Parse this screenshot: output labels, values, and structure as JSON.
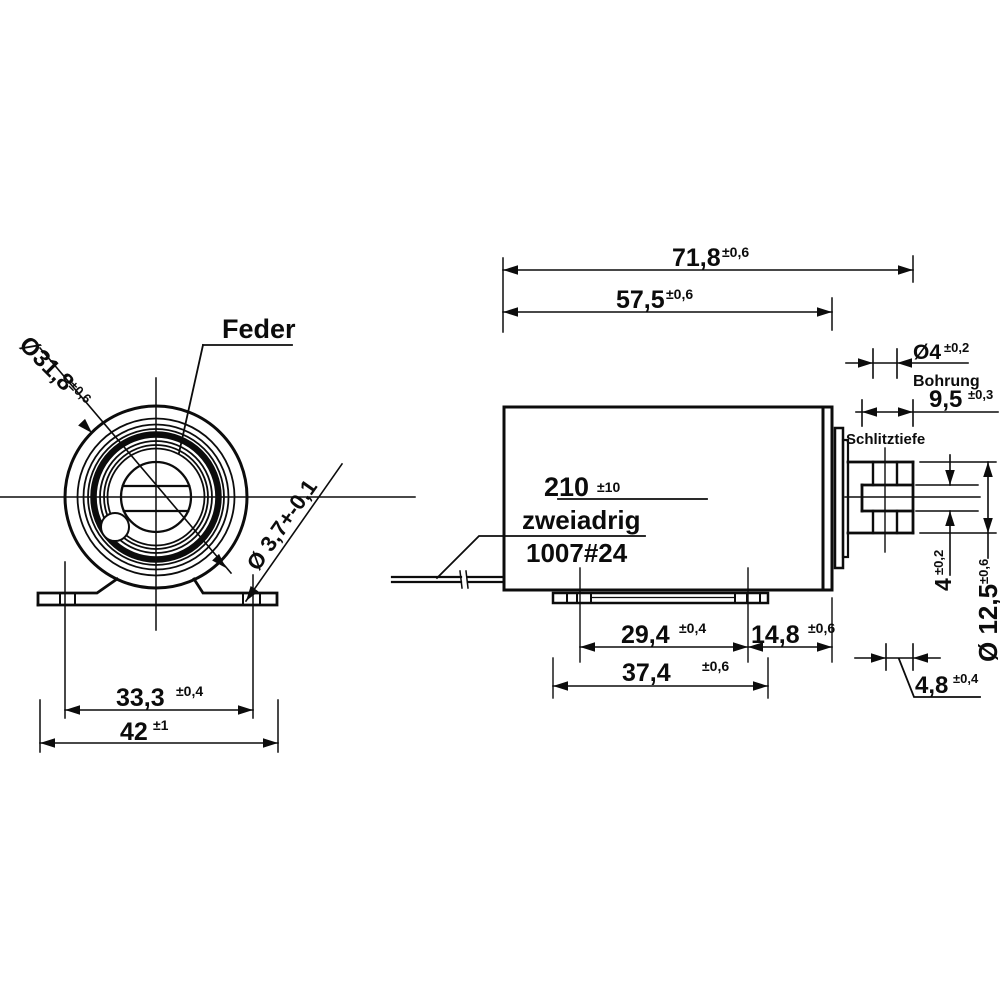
{
  "front_view": {
    "spring_label": "Feder",
    "outer_dia": {
      "value": "Ø31,8",
      "tol": "±0,6"
    },
    "bracket_hole_dia": {
      "value": "Ø 3,7+-0,1"
    },
    "hole_spacing": {
      "value": "33,3",
      "tol": "±0,4"
    },
    "bracket_width": {
      "value": "42",
      "tol": "±1"
    }
  },
  "side_view": {
    "total_length": {
      "value": "71,8",
      "tol": "±0,6"
    },
    "body_length": {
      "value": "57,5",
      "tol": "±0,6"
    },
    "cross_hole": {
      "value": "Ø4",
      "tol": "±0,2",
      "label": "Bohrung"
    },
    "slot_depth": {
      "value": "9,5",
      "tol": "±0,3",
      "label": "Schlitztiefe"
    },
    "coil_note": {
      "value": "210",
      "tol": "±10"
    },
    "wire_note": "zweiadrig",
    "wire_type": "1007#24",
    "slot_width": {
      "value": "4",
      "tol": "±0,2"
    },
    "plunger_dia": {
      "value": "Ø 12,5",
      "tol": "±0,6"
    },
    "hole_to_end": {
      "value": "4,8",
      "tol": "±0,4"
    },
    "hole_center_spacing": {
      "value": "29,4",
      "tol": "±0,4"
    },
    "hole_to_body_end": {
      "value": "14,8",
      "tol": "±0,6"
    },
    "bracket_length": {
      "value": "37,4",
      "tol": "±0,6"
    }
  }
}
